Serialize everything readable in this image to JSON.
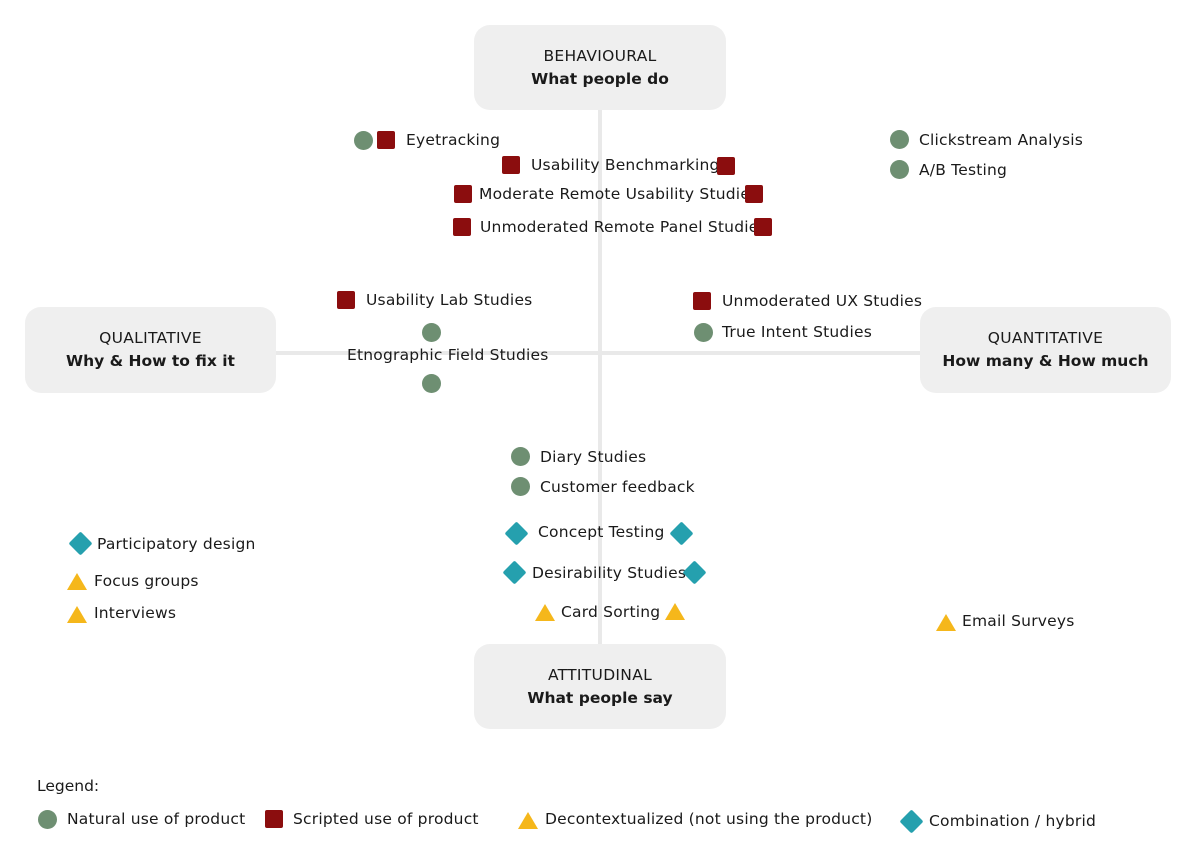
{
  "quadrants": {
    "top": {
      "title": "BEHAVIOURAL",
      "subtitle": "What people do"
    },
    "left": {
      "title": "QUALITATIVE",
      "subtitle": "Why & How to fix it"
    },
    "right": {
      "title": "QUANTITATIVE",
      "subtitle": "How many & How much"
    },
    "bottom": {
      "title": "ATTITUDINAL",
      "subtitle": "What people say"
    }
  },
  "methods": {
    "eyetracking": "Eyetracking",
    "usability_benchmarking": "Usability Benchmarking",
    "moderate_remote": "Moderate Remote Usability Studies",
    "unmoderated_remote_panel": "Unmoderated Remote Panel Studies",
    "clickstream": "Clickstream Analysis",
    "ab_testing": "A/B Testing",
    "usability_lab": "Usability Lab Studies",
    "etnographic": "Etnographic Field Studies",
    "unmoderated_ux": "Unmoderated UX Studies",
    "true_intent": "True Intent Studies",
    "diary": "Diary Studies",
    "customer_feedback": "Customer feedback",
    "concept_testing": "Concept Testing",
    "desirability": "Desirability Studies",
    "card_sorting": "Card Sorting",
    "participatory": "Participatory design",
    "focus_groups": "Focus groups",
    "interviews": "Interviews",
    "email_surveys": "Email Surveys"
  },
  "legend": {
    "title": "Legend:",
    "natural": "Natural use of product",
    "scripted": "Scripted use of product",
    "decontextualized": "Decontextualized (not using the product)",
    "combination": "Combination / hybrid"
  },
  "colors": {
    "natural": "#6e8f72",
    "scripted": "#8b0d0e",
    "decontextualized": "#f5b71b",
    "combination": "#25a0ae",
    "quadrant_bg": "#efefef",
    "axis": "#e9e9e9"
  },
  "icons": {
    "natural": "circle-icon",
    "scripted": "square-icon",
    "decontextualized": "triangle-icon",
    "combination": "diamond-icon"
  }
}
